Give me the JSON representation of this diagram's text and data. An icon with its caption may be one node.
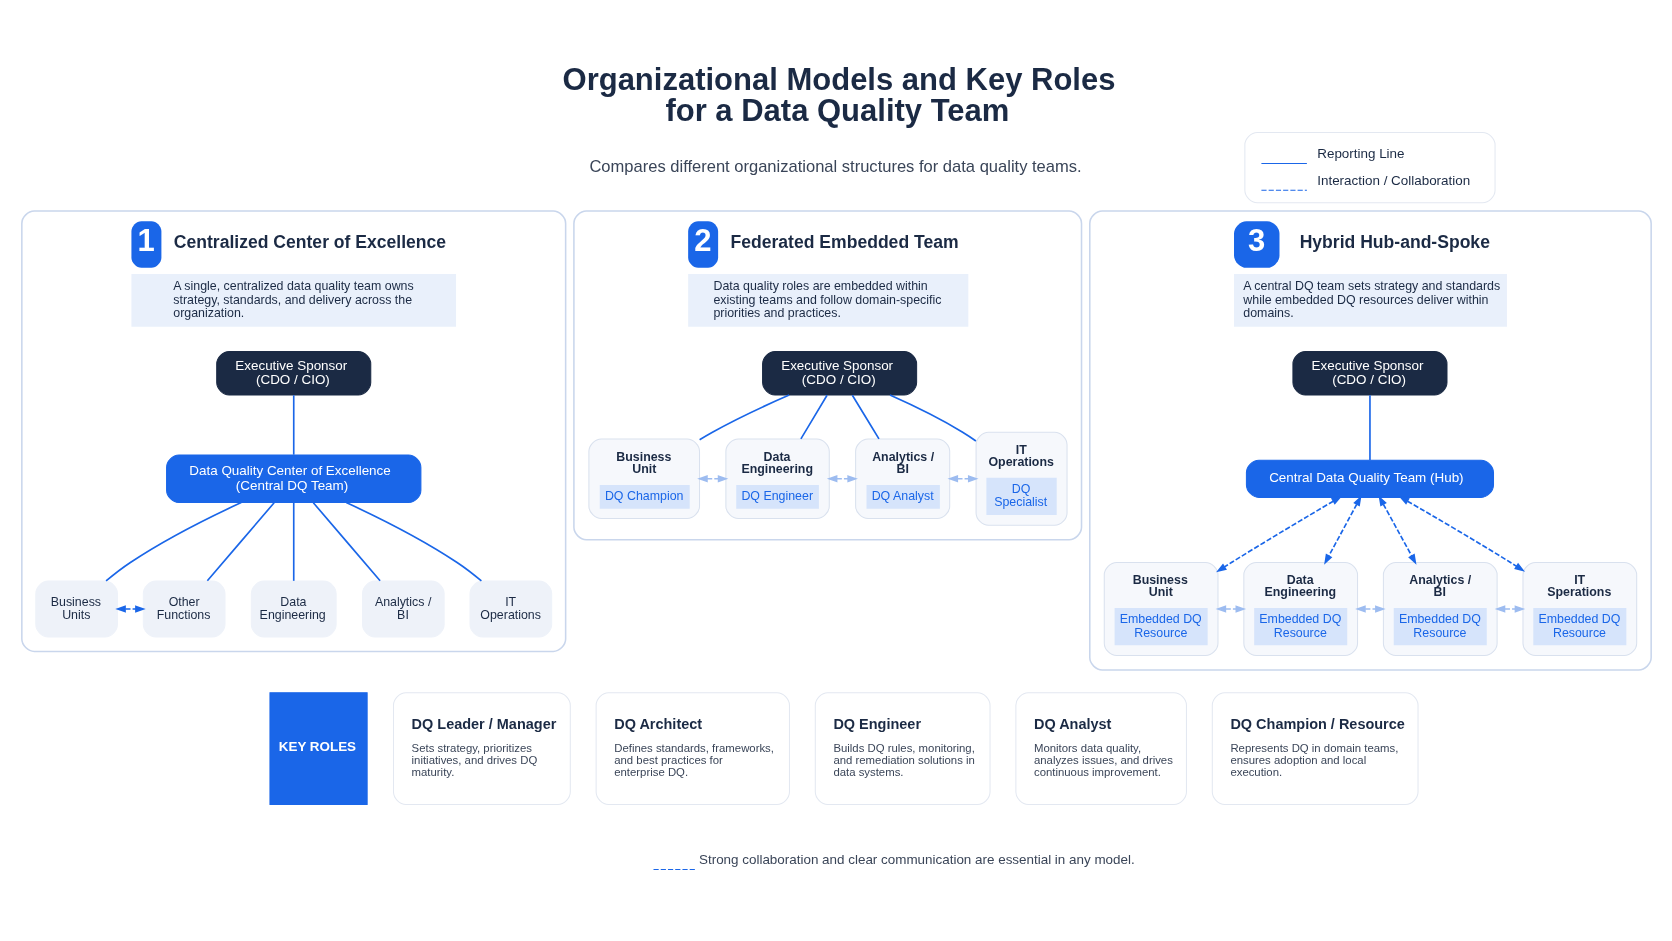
{
  "diagram": {
    "title": "Organizational Models and Key Roles for a Data Quality Team",
    "nodes": [
      {
        "text": [
          "1",
          "Centralized Center of Excellence",
          "A single, centralized data quality team owns strategy, standards, and delivery across the organization."
        ]
      },
      {
        "text": [
          "Executive Sponsor (CDO / CIO)"
        ],
        "in": 0
      },
      {
        "text": [
          "Data Quality Center of Excellence (Central DQ Team)"
        ],
        "in": 0
      },
      {
        "text": [
          "Business Units"
        ],
        "in": 0
      },
      {
        "text": [
          "Data Engineering"
        ],
        "in": 0
      },
      {
        "text": [
          "Analytics / BI"
        ],
        "in": 0
      },
      {
        "text": [
          "IT Operations"
        ],
        "in": 0
      },
      {
        "text": [
          "Other Functions"
        ],
        "in": 0
      },
      {
        "text": [
          "2",
          "Federated Embedded Team",
          "Data quality roles are embedded within existing teams and follow domain-specific priorities and practices."
        ]
      },
      {
        "text": [
          "Executive Sponsor (CDO / CIO)"
        ],
        "in": 8
      },
      {
        "text": [
          "Business Unit",
          "DQ Champion"
        ],
        "in": 8
      },
      {
        "text": [
          "Data Engineering",
          "DQ Engineer"
        ],
        "in": 8
      },
      {
        "text": [
          "Analytics / BI",
          "DQ Analyst"
        ],
        "in": 8
      },
      {
        "text": [
          "IT Operations",
          "DQ Specialist"
        ],
        "in": 8
      },
      {
        "text": [
          "3",
          "Hybrid Hub-and-Spoke",
          "A central DQ team sets strategy and standards while embedded DQ resources deliver within domains."
        ]
      },
      {
        "text": [
          "Executive Sponsor (CDO / CIO)"
        ],
        "in": 14
      },
      {
        "text": [
          "Central Data Quality Team (Hub)"
        ],
        "in": 14
      },
      {
        "text": [
          "Business Unit",
          "Embedded DQ Resource"
        ],
        "in": 14
      },
      {
        "text": [
          "Data Engineering",
          "Embedded DQ Resource"
        ],
        "in": 14
      },
      {
        "text": [
          "Analytics / BI",
          "Embedded DQ Resource"
        ],
        "in": 14
      },
      {
        "text": [
          "IT Sperations",
          "Embedded DQ Resource"
        ],
        "in": 14
      },
      {
        "text": [
          "KEY ROLES"
        ]
      },
      {
        "text": [
          "DQ Leader / Manager",
          "Sets strategy, prioritizes initiatives, and drives DQ maturity."
        ]
      },
      {
        "text": [
          "DQ Architect",
          "Defines standards, frameworks, and best practices for enterprise DQ."
        ]
      },
      {
        "text": [
          "DQ Engineer",
          "Builds DQ rules, monitoring, and remediation solutions in data systems."
        ]
      },
      {
        "text": [
          "DQ Analyst",
          "Monitors data quality, analyzes issues, and drives continuous improvement."
        ]
      },
      {
        "text": [
          "DQ Champion / Resource",
          "Represents DQ in domain teams, ensures adoption and local execution."
        ]
      }
    ],
    "edges": [
      {
        "from": 1,
        "to": 2,
        "arrow": "none"
      },
      {
        "from": 2,
        "to": 3,
        "arrow": "none"
      },
      {
        "from": 2,
        "to": 4,
        "arrow": "none"
      },
      {
        "from": 2,
        "to": 5,
        "arrow": "none"
      },
      {
        "from": 2,
        "to": 6,
        "arrow": "none"
      },
      {
        "from": 2,
        "to": 7,
        "arrow": "none"
      },
      {
        "from": 3,
        "to": 7,
        "arrow": "both",
        "style": "dashed"
      },
      {
        "from": 9,
        "to": 10,
        "arrow": "none"
      },
      {
        "from": 9,
        "to": 11,
        "arrow": "none"
      },
      {
        "from": 9,
        "to": 12,
        "arrow": "none"
      },
      {
        "from": 9,
        "to": 13,
        "arrow": "none"
      },
      {
        "from": 10,
        "to": 11,
        "arrow": "both",
        "style": "dashed",
        "color": "#9dbcf0"
      },
      {
        "from": 11,
        "to": 12,
        "arrow": "both",
        "style": "dashed",
        "color": "#9dbcf0"
      },
      {
        "from": 12,
        "to": 13,
        "arrow": "both",
        "style": "dashed",
        "color": "#9dbcf0"
      },
      {
        "from": 15,
        "to": 16,
        "arrow": "none"
      },
      {
        "from": 16,
        "to": 17,
        "arrow": "both",
        "style": "dashed"
      },
      {
        "from": 16,
        "to": 18,
        "arrow": "both",
        "style": "dashed"
      },
      {
        "from": 16,
        "to": 19,
        "arrow": "both",
        "style": "dashed"
      },
      {
        "from": 16,
        "to": 20,
        "arrow": "both",
        "style": "dashed"
      },
      {
        "from": 17,
        "to": 18,
        "arrow": "both",
        "style": "dashed",
        "color": "#9dbcf0"
      },
      {
        "from": 18,
        "to": 19,
        "arrow": "both",
        "style": "dashed",
        "color": "#9dbcf0"
      },
      {
        "from": 19,
        "to": 20,
        "arrow": "both",
        "style": "dashed",
        "color": "#9dbcf0"
      }
    ],
    "labels": [
      "Compares different organizational structures for data quality teams.",
      "Strong collaboration and clear communication are essential in any model."
    ],
    "legend": [
      {
        "text": "Reporting Line"
      },
      {
        "text": "Interaction / Collaboration"
      }
    ]
  }
}
